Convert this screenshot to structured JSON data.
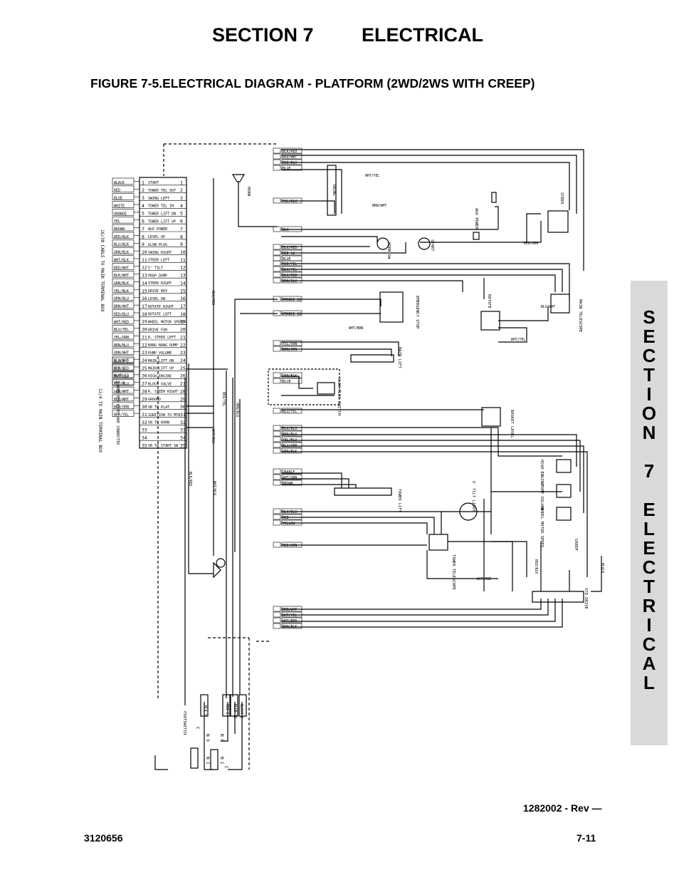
{
  "header": {
    "section_number": "SECTION 7",
    "section_name": "ELECTRICAL"
  },
  "figure_title": "FIGURE 7-5.ELECTRICAL DIAGRAM - PLATFORM (2WD/2WS WITH CREEP)",
  "side_tab": [
    "S",
    "E",
    "C",
    "T",
    "I",
    "O",
    "N",
    "",
    "7",
    "",
    "E",
    "L",
    "E",
    "C",
    "T",
    "R",
    "I",
    "C",
    "A",
    "L"
  ],
  "diagram": {
    "terminal_functions": [
      "START",
      "TOWER TEL OUT",
      "SWING LEFT",
      "TOWER TEL IN",
      "TOWER LIFT DN",
      "TOWER LIFT UP",
      "AUX POWER",
      "LEVEL UP",
      "GLOW PLUG",
      "SWING RIGHT",
      "STEER LEFT",
      "5' TILT",
      "PROP DUMP",
      "STEER RIGHT",
      "DRIVE REV",
      "LEVEL DN",
      "ROTATE RIGHT",
      "ROTATE LEFT",
      "WHEEL MOTOR SPEED",
      "DRIVE FOR",
      "R. STEER LEFT",
      "BANG BANG DUMP",
      "PUMP VOLUME",
      "MAIN LIFT DN",
      "MAIN LIFT UP",
      "HIGH ENGINE",
      "BLOCK VALVE",
      "R. STEER RIGHT",
      "GROUND",
      "VB TO PLAT",
      "IGNITION TO MTB",
      "VB TO HORN",
      "",
      "",
      "VB TO START SW"
    ],
    "wire_colors_left": [
      "BLACK",
      "RED",
      "BLUE",
      "WHITE",
      "ORANGE",
      "YEL",
      "BROWN",
      "RED/BLK",
      "BLU/BLK",
      "ORN/BLK",
      "WHT/BLK",
      "RED/WHT",
      "BLK/WHT",
      "GRN/BLK",
      "YEL/BLK",
      "ORN/BLU",
      "BRN/WHT",
      "RED/BLU",
      "WHT/RED",
      "BLU/YEL",
      "YEL/ORN",
      "BRN/BLU",
      "ORN/WHT",
      "BLU/WHT",
      "BLK/RED",
      "WHT/BLU",
      "YEL/BLU",
      "GRN/WHT",
      "BLU/WHT",
      "BLU/ORN",
      "BLK/YEL"
    ],
    "wire_colors_lower_left": [
      "BLACK 2",
      "RED 2",
      "BLUE 12",
      "ORN 2"
    ],
    "cable_label_left": "16/30 CABLE TO MAIN TERMINAL BOX",
    "cable_label_lower": "12/4 TO MAIN TERMINAL BOX",
    "cable_label_note": "WHEN RED WIRES ARE CONNECTED",
    "connector_wires": [
      [
        "BLK/RED",
        "RED/WHT",
        "RED/BLK",
        "BLUE"
      ],
      [
        "YEL/BLK"
      ],
      [
        "BLK"
      ],
      [
        "BLK/RED",
        "RED 12",
        "BLUE"
      ],
      [
        "RED/YEL",
        "BLK/YEL",
        "BLK/RED",
        "BRN/BLK"
      ],
      [
        "ORANGE 12"
      ],
      [
        "ORANGE 12"
      ],
      [
        "YEL/ORN",
        "BRN/ORN"
      ],
      [
        "ORN/BLK",
        "BLUE"
      ],
      [
        "BLU/YEL"
      ],
      [
        "BLK/BLU",
        "BRN/BLU",
        "YEL/BLU",
        "BLU/ORN",
        "ORN/BLK"
      ],
      [
        "ORANGE",
        "WHT/ORN",
        "BROWN"
      ],
      [
        "BLK/BLU",
        "RED",
        "YELLOW"
      ],
      [
        "RED/ORN"
      ],
      [
        "BRN/WHT",
        "WHT/YEL",
        "WHT/BRN",
        "BRN/BLK"
      ]
    ],
    "component_labels": [
      "HORN",
      "SWING",
      "AUX POWER",
      "STEER",
      "START",
      "HORN SW",
      "EMERGENCY STOP",
      "ROTATE",
      "MAIN TELESCOPE",
      "MAIN LIFT",
      "GLOW PLUG SWITCH",
      "BASKET LEVEL",
      "HIGH ENGINE",
      "PUMP VOLUME",
      "WHEEL MOTOR SPEED",
      "TOWER LIFT",
      "5' TILT LIGHT",
      "TOWER TELESCOPE",
      "CREEP",
      "STD DRIVE",
      "FOOTSWITCH"
    ],
    "wire_labels": [
      "WHT/YEL",
      "BRN/WHT",
      "RED/ORN",
      "BLU/WHT",
      "WHT/YEL",
      "WHT/BRN",
      "WHT/RED",
      "BLU/RED",
      "RED/YEL",
      "ORN/BLU",
      "WHT/BLU",
      "BLK/RED",
      "WHT/BLK",
      "BLK 2",
      "RED 2",
      "BLUE 12",
      "BLACK 2",
      "RED/BLK",
      "BLACK"
    ],
    "footswitch_contacts": [
      "C",
      "N O",
      "N C",
      "N O",
      "N C",
      "C"
    ]
  },
  "footer": {
    "drawing_rev": "1282002 - Rev —",
    "doc_number": "3120656",
    "page_number": "7-11"
  }
}
